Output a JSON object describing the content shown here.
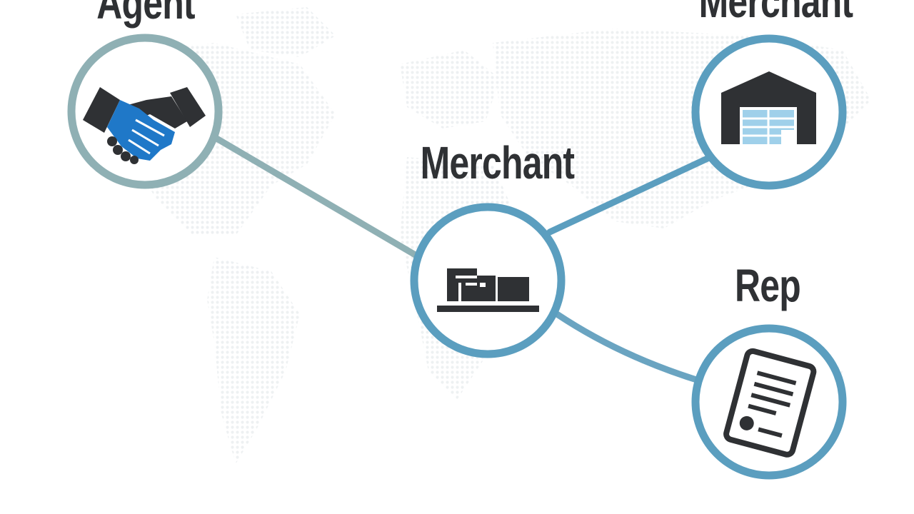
{
  "diagram": {
    "nodes": [
      {
        "id": "agent",
        "label": "Agent",
        "icon": "handshake-icon",
        "ring_color": "#8fb0b4"
      },
      {
        "id": "merchant_center",
        "label": "Merchant",
        "icon": "storefront-icon",
        "ring_color": "#5b9ebf"
      },
      {
        "id": "merchant_top",
        "label": "Merchant",
        "icon": "warehouse-icon",
        "ring_color": "#5b9ebf"
      },
      {
        "id": "rep",
        "label": "Rep",
        "icon": "contract-document-icon",
        "ring_color": "#5b9ebf"
      }
    ],
    "edges": [
      {
        "from": "agent",
        "to": "merchant_center"
      },
      {
        "from": "merchant_center",
        "to": "merchant_top"
      },
      {
        "from": "merchant_center",
        "to": "rep"
      }
    ],
    "background_icon": "world-map-icon"
  },
  "colors": {
    "text": "#2f3134",
    "ring_blue": "#5b9ebf",
    "ring_teal": "#8fb0b4",
    "icon_dark": "#2f3134",
    "accent_blue": "#1f78c8",
    "map": "#eef1f3"
  }
}
